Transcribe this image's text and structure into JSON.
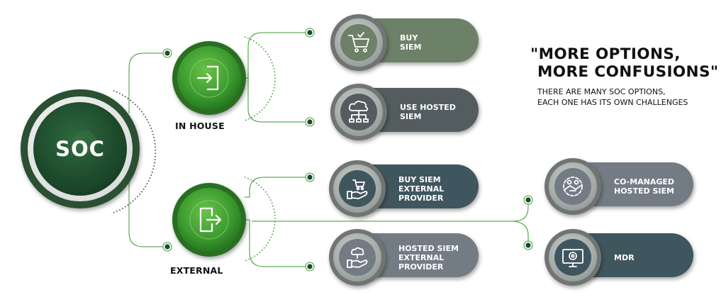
{
  "center": {
    "label": "SOC"
  },
  "branches": [
    {
      "label": "IN HOUSE",
      "icon": "door-enter-icon"
    },
    {
      "label": "EXTERNAL",
      "icon": "door-exit-icon"
    }
  ],
  "options": [
    {
      "label_lines": [
        "BUY",
        "SIEM"
      ],
      "icon": "shopping-cart-check-icon"
    },
    {
      "label_lines": [
        "USE HOSTED",
        "SIEM"
      ],
      "icon": "cloud-network-icon"
    },
    {
      "label_lines": [
        "BUY SIEM",
        "EXTERNAL",
        "PROVIDER"
      ],
      "icon": "hand-cart-icon"
    },
    {
      "label_lines": [
        "HOSTED SIEM",
        "EXTERNAL",
        "PROVIDER"
      ],
      "icon": "hand-cloud-icon"
    },
    {
      "label_lines": [
        "CO-MANAGED",
        "HOSTED SIEM"
      ],
      "icon": "handshake-gear-icon"
    },
    {
      "label_lines": [
        "MDR"
      ],
      "icon": "monitor-gear-icon"
    }
  ],
  "quote": {
    "title_lines": [
      "\"MORE OPTIONS,",
      "MORE CONFUSIONS\""
    ],
    "body_lines": [
      "THERE ARE MANY SOC OPTIONS,",
      "EACH ONE HAS ITS OWN CHALLENGES"
    ]
  },
  "colors": {
    "green": "#3a9a2e",
    "dark_green": "#1e4a2a",
    "olive": "#6d8068",
    "slate": "#525d5f",
    "teal": "#3f575e",
    "gray_blue": "#737c85",
    "connector": "#3a9a2e"
  }
}
